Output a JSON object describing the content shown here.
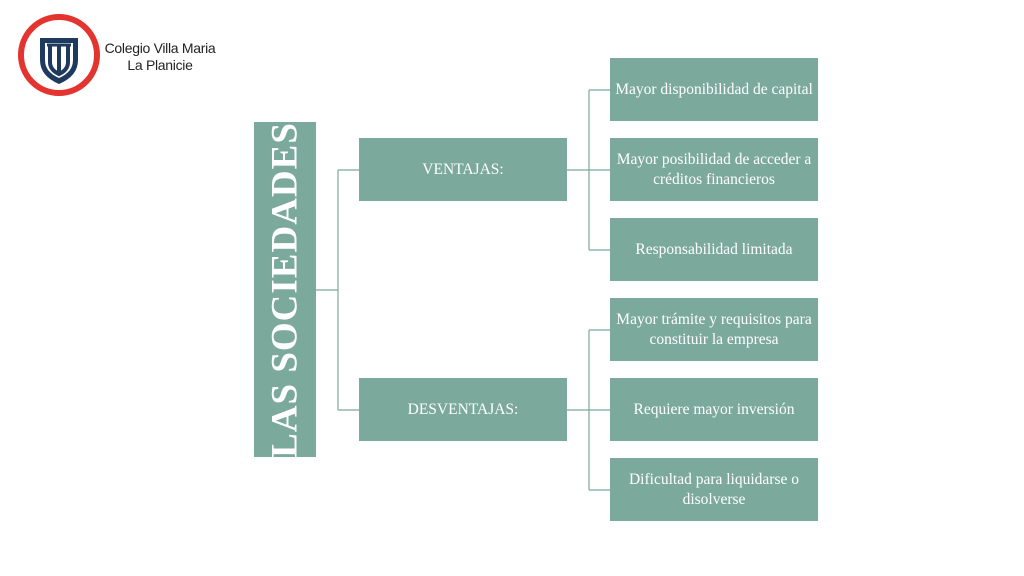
{
  "logo": {
    "icon": "school-crest-icon",
    "line1": "Colegio Villa Maria",
    "line2": "La Planicie",
    "colors": {
      "ring": "#e3342f",
      "inner": "#1f3a5f"
    }
  },
  "diagram": {
    "root": "LAS SOCIEDADES",
    "branches": [
      {
        "label": "VENTAJAS:",
        "items": [
          "Mayor disponibilidad de capital",
          "Mayor posibilidad de acceder a créditos financieros",
          "Responsabilidad limitada"
        ]
      },
      {
        "label": "DESVENTAJAS:",
        "items": [
          "Mayor trámite y requisitos para constituir la empresa",
          "Requiere mayor inversión",
          "Dificultad para liquidarse o disolverse"
        ]
      }
    ],
    "colors": {
      "box": "#7ba99b",
      "line": "#7ba99b",
      "text": "#ffffff"
    }
  }
}
